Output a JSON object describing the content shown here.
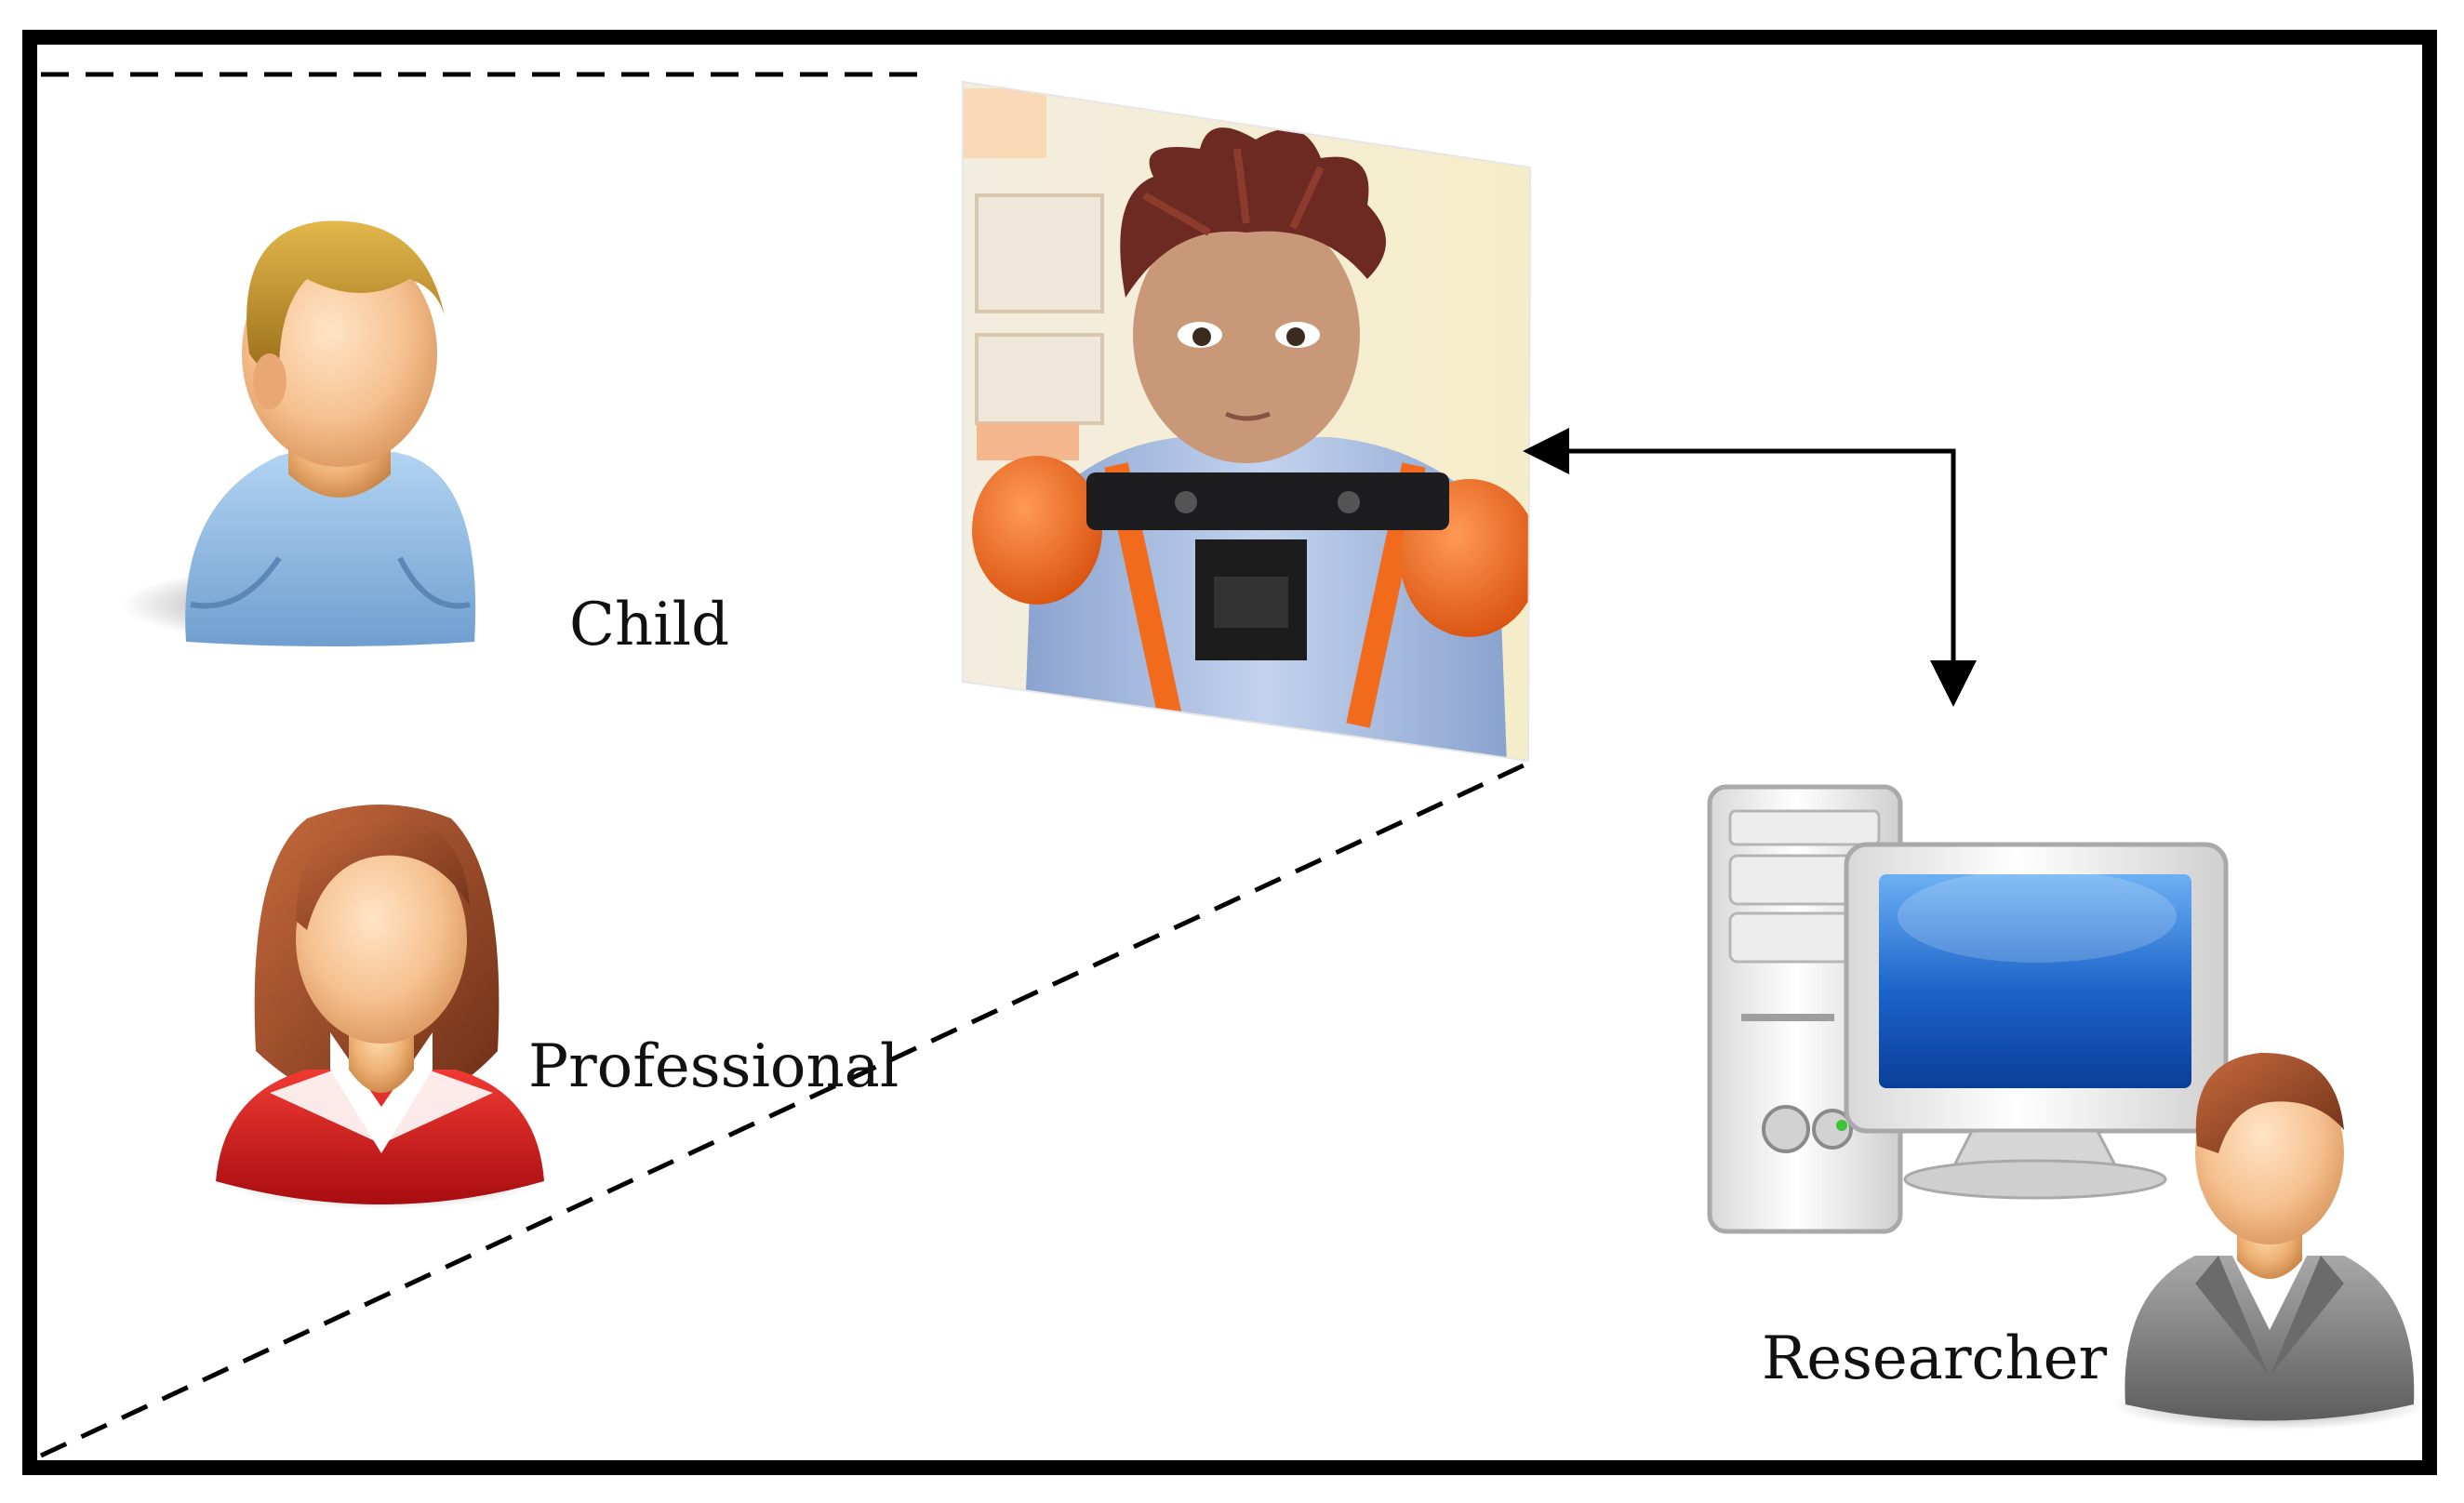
{
  "labels": {
    "child": "Child",
    "professional": "Professional",
    "researcher": "Researcher"
  },
  "icons": {
    "child": "child-user-icon",
    "professional": "female-professional-user-icon",
    "robot": "humanoid-robot-photo",
    "computer": "desktop-computer-icon",
    "researcher": "researcher-user-icon"
  },
  "connections": [
    {
      "from": "robot",
      "to": "researcher",
      "type": "bidirectional-arrow"
    }
  ],
  "colors": {
    "frame": "#000000",
    "child_shirt": "#8fbbe6",
    "professional_top": "#d3171b",
    "researcher_suit": "#7d7d7d",
    "monitor_screen": "#1b63c9",
    "robot_accent": "#f26b1d",
    "robot_body": "#a9c0e4"
  }
}
